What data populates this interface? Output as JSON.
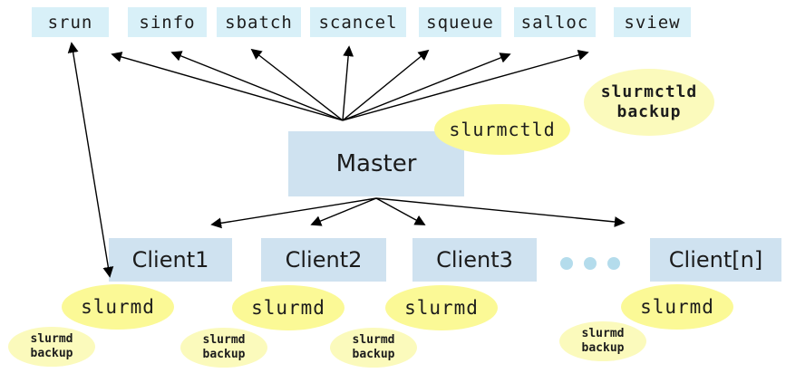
{
  "title": "Slurm components architecture diagram",
  "colors": {
    "command_bg": "#d8f0f8",
    "node_bg": "#cfe2f0",
    "daemon_bg": "#fbf996",
    "backup_bg": "#fbfabc",
    "text": "#1c1c1c",
    "arrow": "#000000",
    "dots": "#b4dcec"
  },
  "commands": [
    {
      "label": "srun"
    },
    {
      "label": "sinfo"
    },
    {
      "label": "sbatch"
    },
    {
      "label": "scancel"
    },
    {
      "label": "squeue"
    },
    {
      "label": "salloc"
    },
    {
      "label": "sview"
    }
  ],
  "master": {
    "label": "Master",
    "daemon": {
      "label": "slurmctld"
    },
    "backup": {
      "line1": "slurmctld",
      "line2": "backup"
    }
  },
  "clients": [
    {
      "label": "Client1",
      "daemon": {
        "label": "slurmd"
      },
      "backup": {
        "line1": "slurmd",
        "line2": "backup"
      }
    },
    {
      "label": "Client2",
      "daemon": {
        "label": "slurmd"
      },
      "backup": {
        "line1": "slurmd",
        "line2": "backup"
      }
    },
    {
      "label": "Client3",
      "daemon": {
        "label": "slurmd"
      },
      "backup": {
        "line1": "slurmd",
        "line2": "backup"
      }
    },
    {
      "label": "Client[n]",
      "daemon": {
        "label": "slurmd"
      },
      "backup": {
        "line1": "slurmd",
        "line2": "backup"
      }
    }
  ]
}
